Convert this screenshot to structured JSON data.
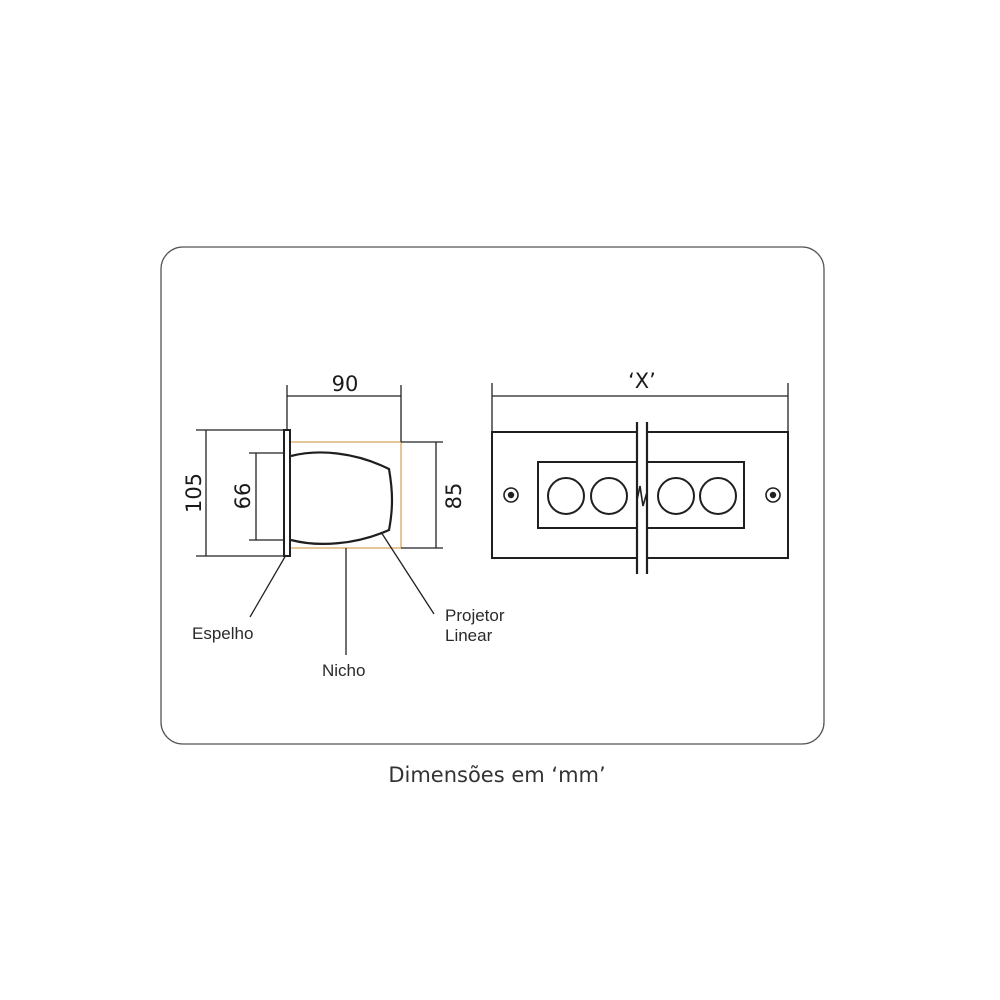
{
  "colors": {
    "line": "#222222",
    "frame": "#555555",
    "niche_outline": "#e0b87c"
  },
  "side_view": {
    "width_dim": "90",
    "height_dim_outer": "105",
    "height_dim_inner": "66",
    "height_dim_niche": "85",
    "labels": {
      "mirror": "Espelho",
      "niche": "Nicho",
      "projector_line1": "Projetor",
      "projector_line2": "Linear"
    }
  },
  "front_view": {
    "length_dim": "‘X’",
    "lens_count": 4,
    "screw_count": 2
  },
  "caption": "Dimensões em ‘mm’"
}
